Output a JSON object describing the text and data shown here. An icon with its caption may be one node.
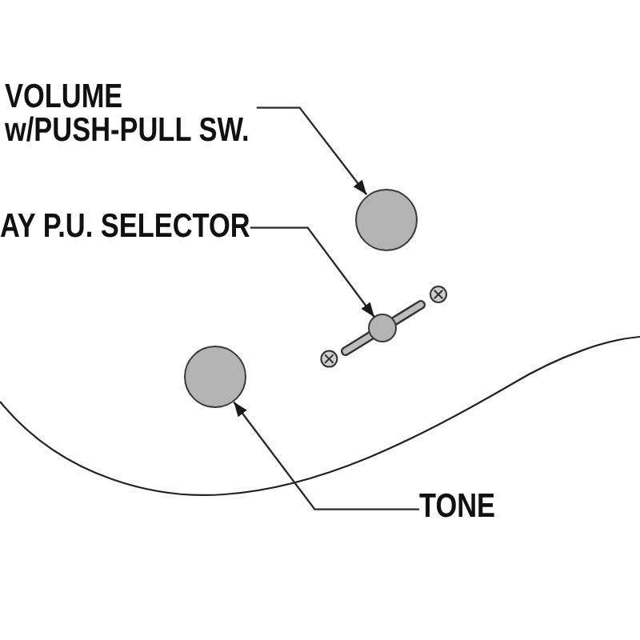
{
  "diagram": {
    "nodes": [
      {
        "text": [
          "VOLUME w/PUSH-PULL SW."
        ]
      },
      {
        "text": [],
        "shape": "circle"
      },
      {
        "text": [
          "AY P.U. SELECTOR"
        ]
      },
      {
        "text": [],
        "shape": "circle"
      },
      {
        "text": [],
        "shape": "circle"
      },
      {
        "text": [
          "TONE"
        ]
      }
    ],
    "edges": [
      {
        "from": 0,
        "to": 1,
        "arrow": "to"
      },
      {
        "from": 2,
        "to": 3,
        "arrow": "to"
      },
      {
        "from": 5,
        "to": 4,
        "arrow": "to"
      }
    ]
  }
}
